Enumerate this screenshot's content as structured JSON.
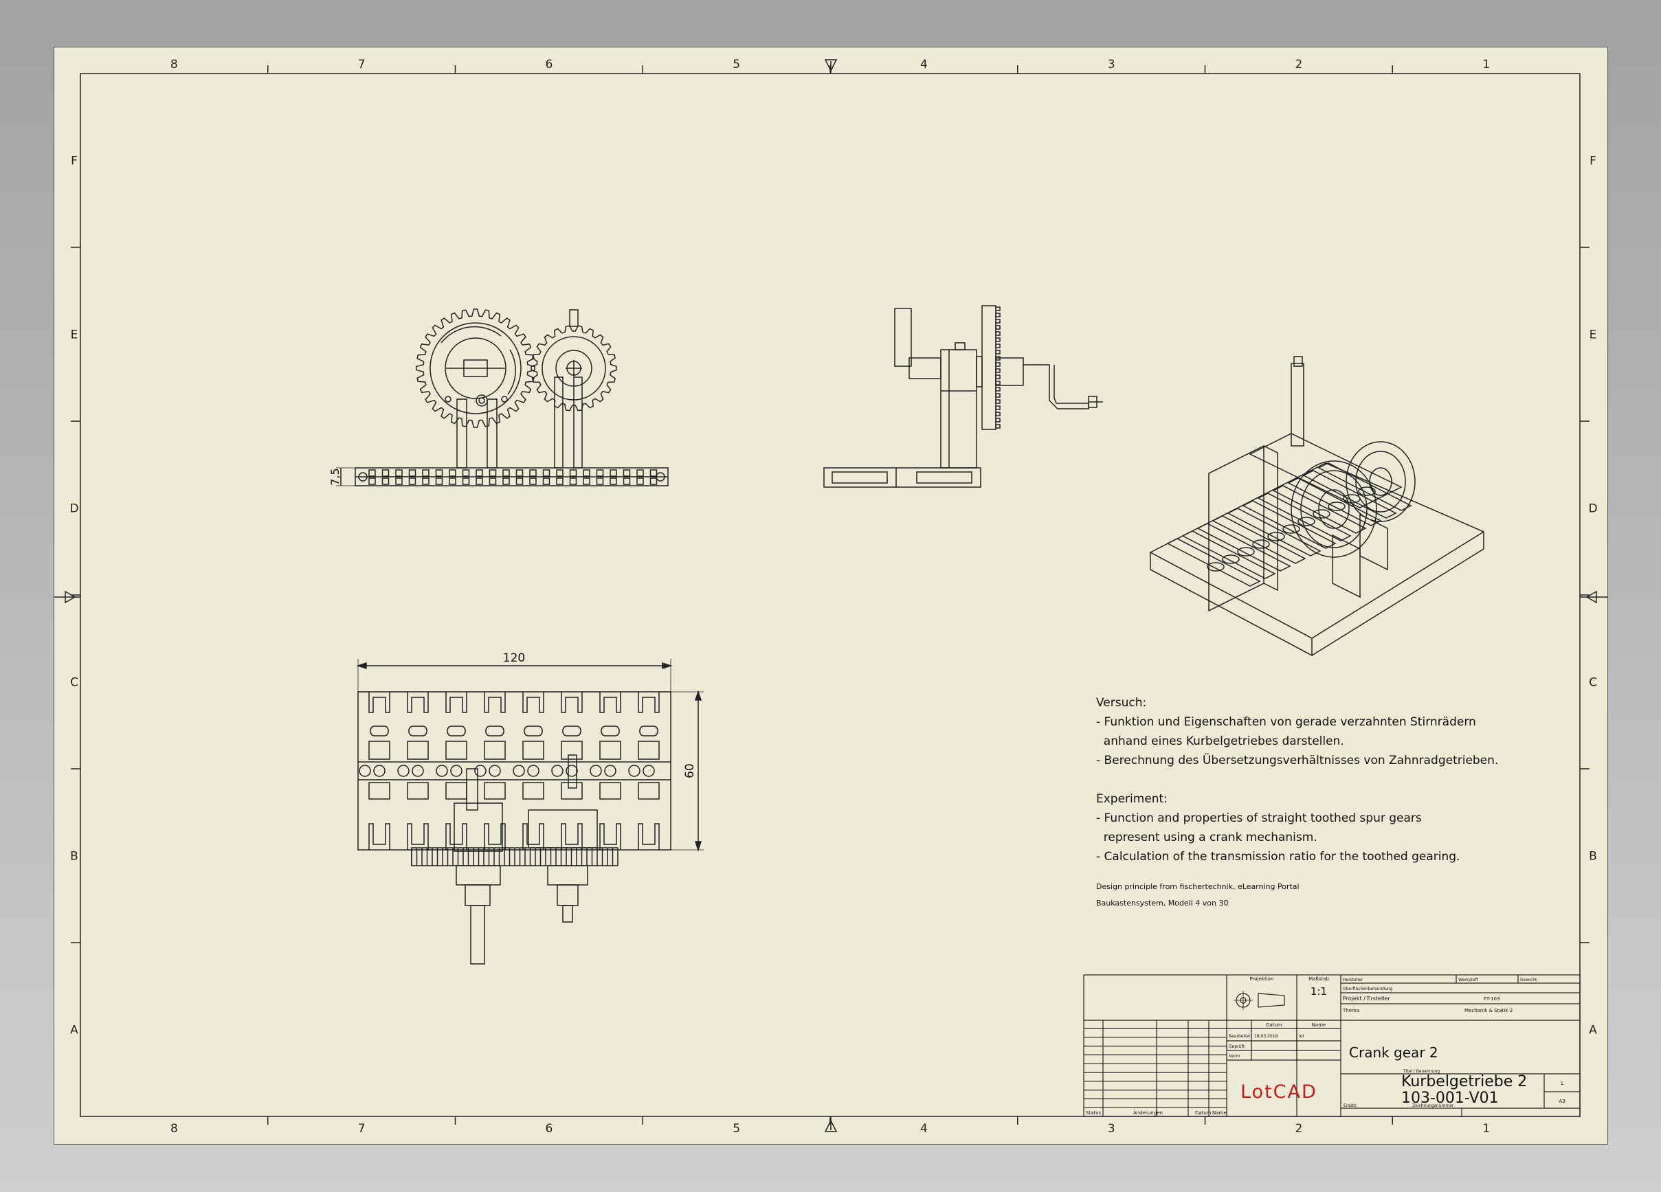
{
  "sheet": {
    "columns": [
      "8",
      "7",
      "6",
      "5",
      "4",
      "3",
      "2",
      "1"
    ],
    "rows": [
      "F",
      "E",
      "D",
      "C",
      "B",
      "A"
    ]
  },
  "views": {
    "front_dim": "7,5",
    "top_width_dim": "120",
    "top_depth_dim": "60"
  },
  "notes": {
    "versuch_heading": "Versuch:",
    "versuch_lines": [
      "- Funktion und Eigenschaften von gerade verzahnten Stirnrädern",
      "  anhand eines Kurbelgetriebes darstellen.",
      "- Berechnung des Übersetzungsverhältnisses von Zahnradgetrieben."
    ],
    "experiment_heading": "Experiment:",
    "experiment_lines": [
      "- Function and properties of straight toothed spur gears",
      "  represent using a crank mechanism.",
      "- Calculation of the transmission ratio for the toothed gearing."
    ],
    "credit_line1": "Design principle from fischertechnik, eLearning Portal",
    "credit_line2": "Baukastensystem, Modell 4 von 30"
  },
  "title_block": {
    "projection_label": "Projektion",
    "scale_label": "Maßstab",
    "scale_value": "1:1",
    "hersteller_label": "Hersteller",
    "werkstoff_label": "Werkstoff",
    "gewicht_label": "Gewicht",
    "oberflaeche_label": "Oberflächenbehandlung",
    "projekt_label": "Projekt / Ersteller",
    "projekt_value": "FT-103",
    "thema_label": "Thema",
    "thema_value": "Mechanik & Statik 2",
    "datum_label": "Datum",
    "name_label": "Name",
    "bearbeitet_label": "Bearbeitet",
    "bearbeitet_date": "18.03.2018",
    "bearbeitet_name": "lot",
    "geprueft_label": "Geprüft",
    "norm_label": "Norm",
    "title_de": "Kurbelgetriebe 2",
    "title_en": "Crank gear 2",
    "titel_label": "Titel / Benennung",
    "logo": "LotCAD",
    "drawing_number": "103-001-V01",
    "zeichnungsnummer_label": "Zeichnungsnummer",
    "blatt_value": "1",
    "format_value": "A3",
    "status_label": "Status",
    "aenderungen_label": "Änderungen",
    "datum2_label": "Datum",
    "name2_label": "Name",
    "ersatz_label": "Ersatz"
  }
}
